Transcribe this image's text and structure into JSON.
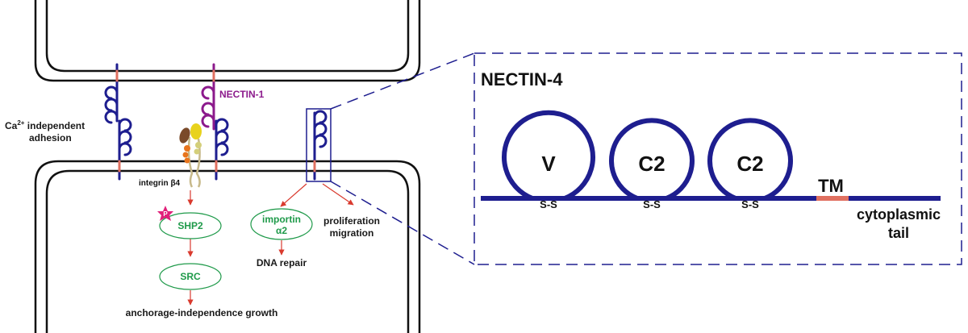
{
  "left_panel": {
    "adhesion_label_pre": "Ca",
    "adhesion_label_sup": "2+",
    "adhesion_label_post": " independent",
    "adhesion_label_line2": "adhesion",
    "nectin1_label": "NECTIN-1",
    "integrin_label": "integrin β4",
    "phospho_label": "P",
    "shp2_label": "SHP2",
    "src_label": "SRC",
    "growth_label": "anchorage-independence growth",
    "importin_line1": "importin",
    "importin_line2": "α2",
    "dna_repair_label": "DNA repair",
    "prolif_line1": "proliferation",
    "prolif_line2": "migration"
  },
  "zoom_panel": {
    "title": "NECTIN-4",
    "domains": [
      "V",
      "C2",
      "C2"
    ],
    "disulfide_label": "S-S",
    "tm_label": "TM",
    "tail_line1": "cytoplasmic",
    "tail_line2": "tail"
  },
  "colors": {
    "nectin4": "#1e1e8f",
    "nectin1": "#8c1a8c",
    "tm": "#e07060",
    "pathway_green": "#1f9a4a",
    "arrow_red": "#d93a2e",
    "phospho_star": "#e0207a",
    "membrane": "#111111"
  }
}
